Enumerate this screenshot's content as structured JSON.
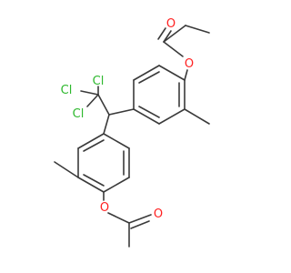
{
  "molecule": {
    "atom_labels": {
      "o_carbonyl_top": "O",
      "o_ester_top": "O",
      "cl_top": "Cl",
      "cl_left": "Cl",
      "cl_bottom": "Cl",
      "o_ester_bottom": "O",
      "o_carbonyl_bottom": "O"
    },
    "colors": {
      "bond": "#3a3a3a",
      "oxygen": "#ff2020",
      "chlorine": "#2db82d",
      "background": "#ffffff"
    }
  }
}
